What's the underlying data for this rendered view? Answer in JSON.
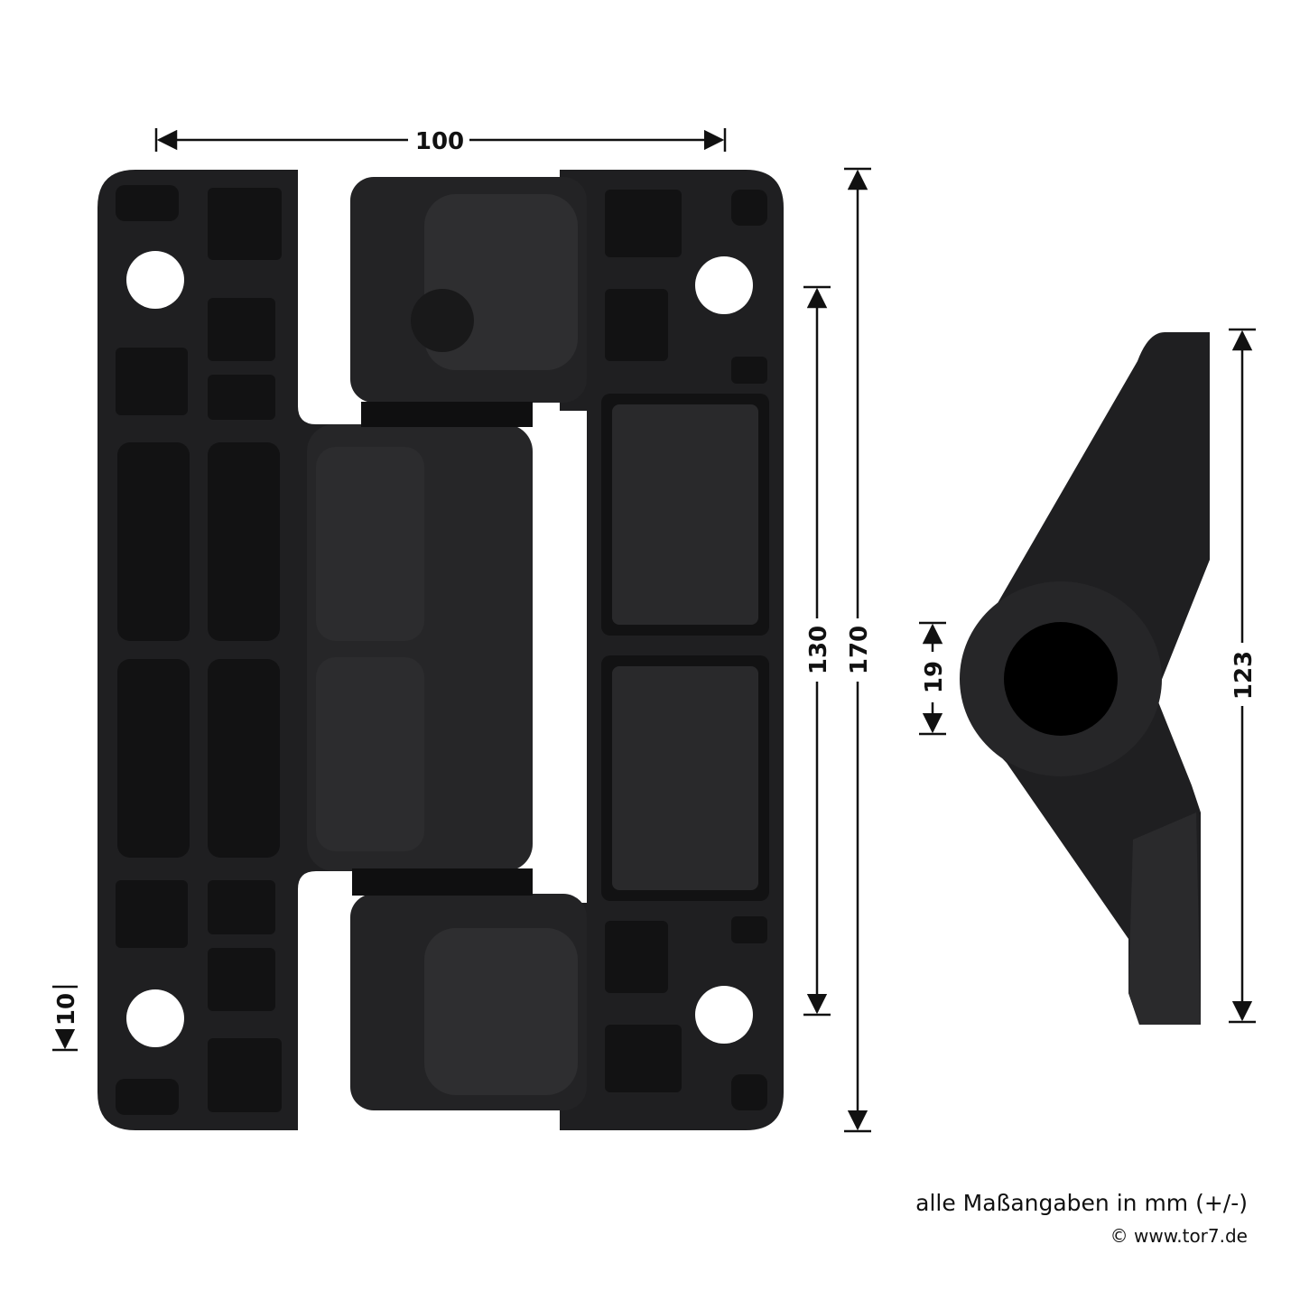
{
  "dimensions": {
    "width": "100",
    "height_total": "170",
    "hole_spacing": "130",
    "bore_diameter": "19",
    "side_height": "123",
    "edge_offset": "10"
  },
  "unit_note": "alle Maßangaben in mm (+/-)",
  "copyright": "© www.tor7.de",
  "colors": {
    "part": "#1f1f21",
    "part_shade": "#2c2c2e",
    "recess": "#121213",
    "dimension_line": "#111111"
  }
}
